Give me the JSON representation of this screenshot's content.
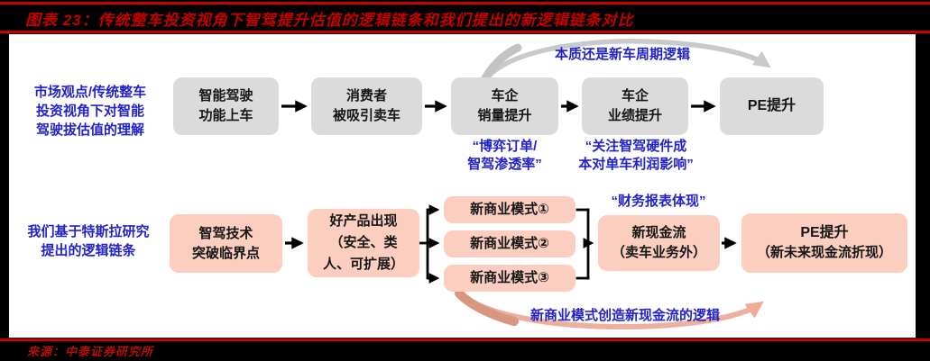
{
  "title": "图表 23：传统整车投资视角下智驾提升估值的逻辑链条和我们提出的新逻辑链条对比",
  "source": "来源：中泰证券研究所",
  "colors": {
    "band_background": "#000000",
    "divider_red": "#c80000",
    "title_red": "#c60000",
    "annotation_blue": "#2222cc",
    "gray_box": "#dbdbdb",
    "pink_box": "#fbcec0",
    "gray_arc": "#c9c9c9",
    "salmon_arc": "#eeb09e"
  },
  "row1": {
    "label_lines": [
      "市场观点/传统整车",
      "投资视角下对智能",
      "驾驶拔估值的理解"
    ],
    "box1_lines": [
      "智能驾驶",
      "功能上车"
    ],
    "box2_lines": [
      "消费者",
      "被吸引卖车"
    ],
    "box3_lines": [
      "车企",
      "销量提升"
    ],
    "box4_lines": [
      "车企",
      "业绩提升"
    ],
    "box5_label": "PE提升",
    "arc_note": "本质还是新车周期逻辑",
    "note_under_box3_lines": [
      "“博弈订单/",
      "智驾渗透率”"
    ],
    "note_under_box4_lines": [
      "“关注智驾硬件成",
      "本对单车利润影响”"
    ]
  },
  "row2": {
    "label_lines": [
      "我们基于特斯拉研究",
      "提出的逻辑链条"
    ],
    "box1_lines": [
      "智驾技术",
      "突破临界点"
    ],
    "box2_lines": [
      "好产品出现",
      "（安全、类",
      "人、可扩展）"
    ],
    "model_boxes": [
      "新商业模式①",
      "新商业模式②",
      "新商业模式③"
    ],
    "note_above_cashflow": "“财务报表体现”",
    "cashflow_lines": [
      "新现金流",
      "（卖车业务外）"
    ],
    "pe_lines": [
      "PE提升",
      "（新未来现金流折现）"
    ],
    "arc_note": "新商业模式创造新现金流的逻辑"
  }
}
